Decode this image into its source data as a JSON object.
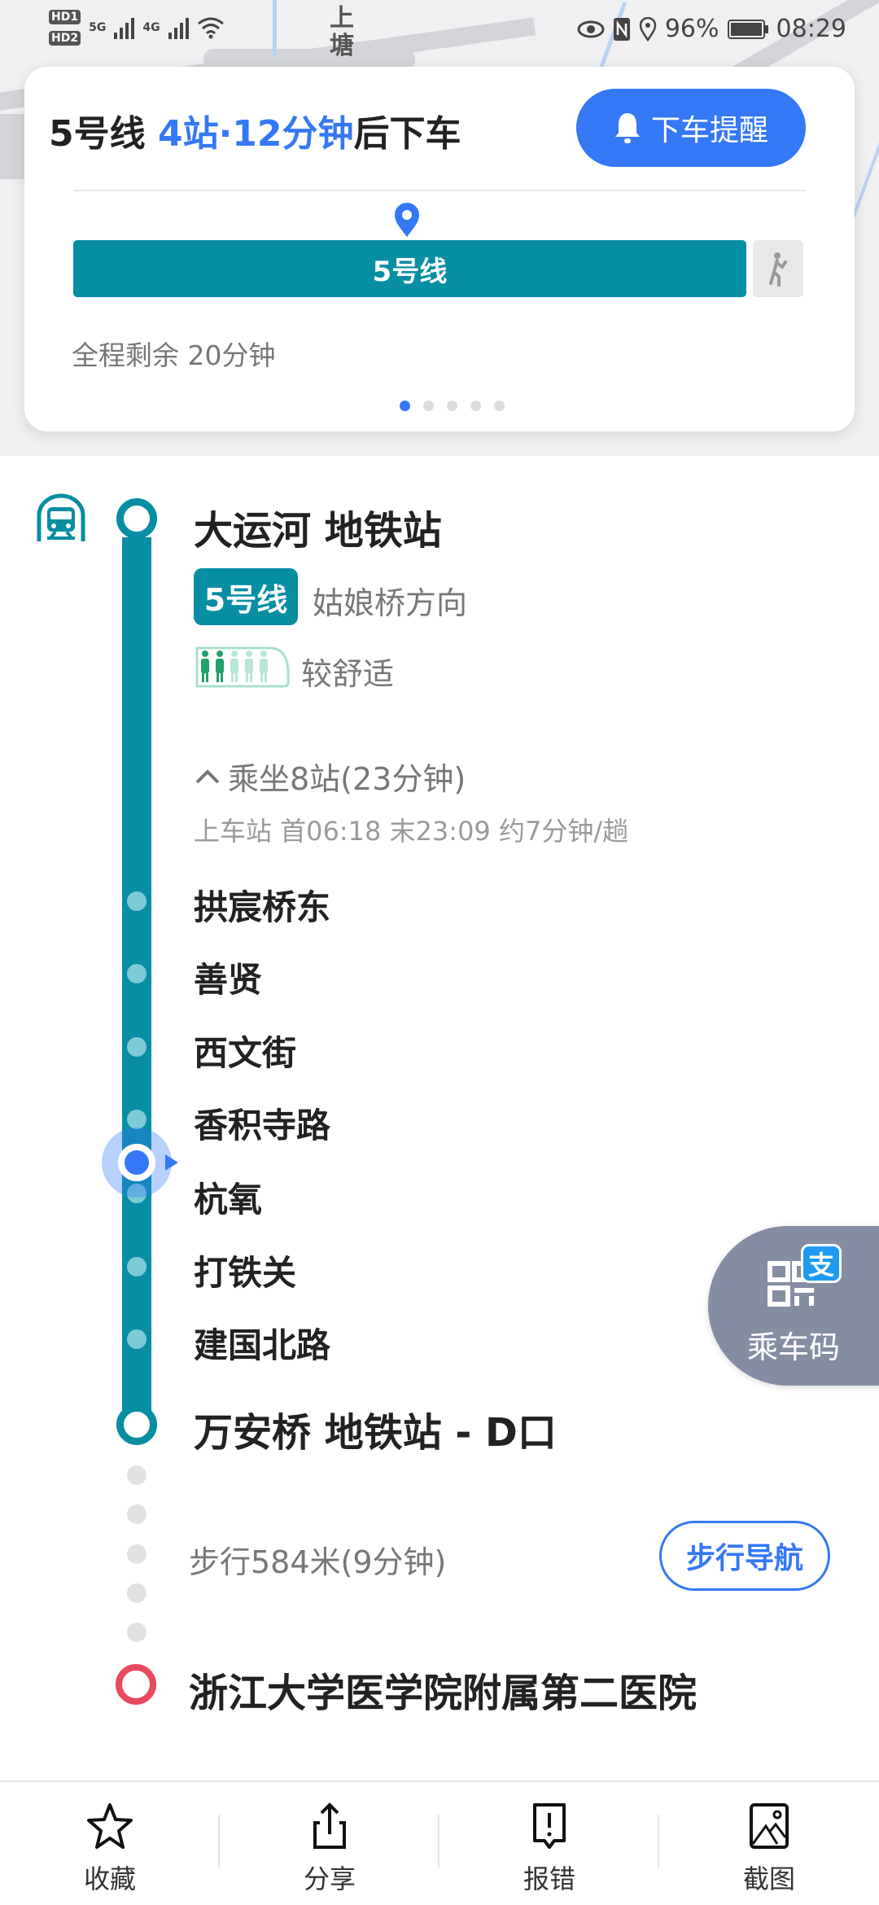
{
  "status_bar": {
    "left": [
      "HD1",
      "HD2",
      "5G",
      "4G",
      "wifi-icon"
    ],
    "battery": "96%",
    "time": "08:29",
    "icons": [
      "eye-icon",
      "nfc-icon",
      "location-icon",
      "battery-icon"
    ]
  },
  "map": {
    "label": "上塘"
  },
  "card": {
    "line": "5号线",
    "highlight": "4站·12分钟",
    "suffix": "后下车",
    "alert_button": "下车提醒",
    "bar_label": "5号线",
    "remaining": "全程剩余 20分钟",
    "pager_count": 5,
    "pager_active": 0
  },
  "route": {
    "start": {
      "name": "大运河 地铁站",
      "line_badge": "5号线",
      "direction": "姑娘桥方向",
      "crowd": "较舒适"
    },
    "ride_summary": "乘坐8站(23分钟)",
    "schedule": "上车站 首06:18  末23:09  约7分钟/趟",
    "stations": [
      "拱宸桥东",
      "善贤",
      "西文街",
      "香积寺路",
      "杭氧",
      "打铁关",
      "建国北路"
    ],
    "end": {
      "name": "万安桥 地铁站 - D口"
    },
    "walk": {
      "text": "步行584米(9分钟)",
      "button": "步行导航"
    },
    "destination": "浙江大学医学院附属第二医院"
  },
  "floating": {
    "label": "乘车码",
    "badge": "支"
  },
  "bottom_bar": [
    {
      "label": "收藏",
      "icon": "star-icon"
    },
    {
      "label": "分享",
      "icon": "share-icon"
    },
    {
      "label": "报错",
      "icon": "report-icon"
    },
    {
      "label": "截图",
      "icon": "screenshot-icon"
    }
  ],
  "colors": {
    "accent": "#3478f6",
    "line5": "#078ea3",
    "destination": "#e84a5f"
  }
}
